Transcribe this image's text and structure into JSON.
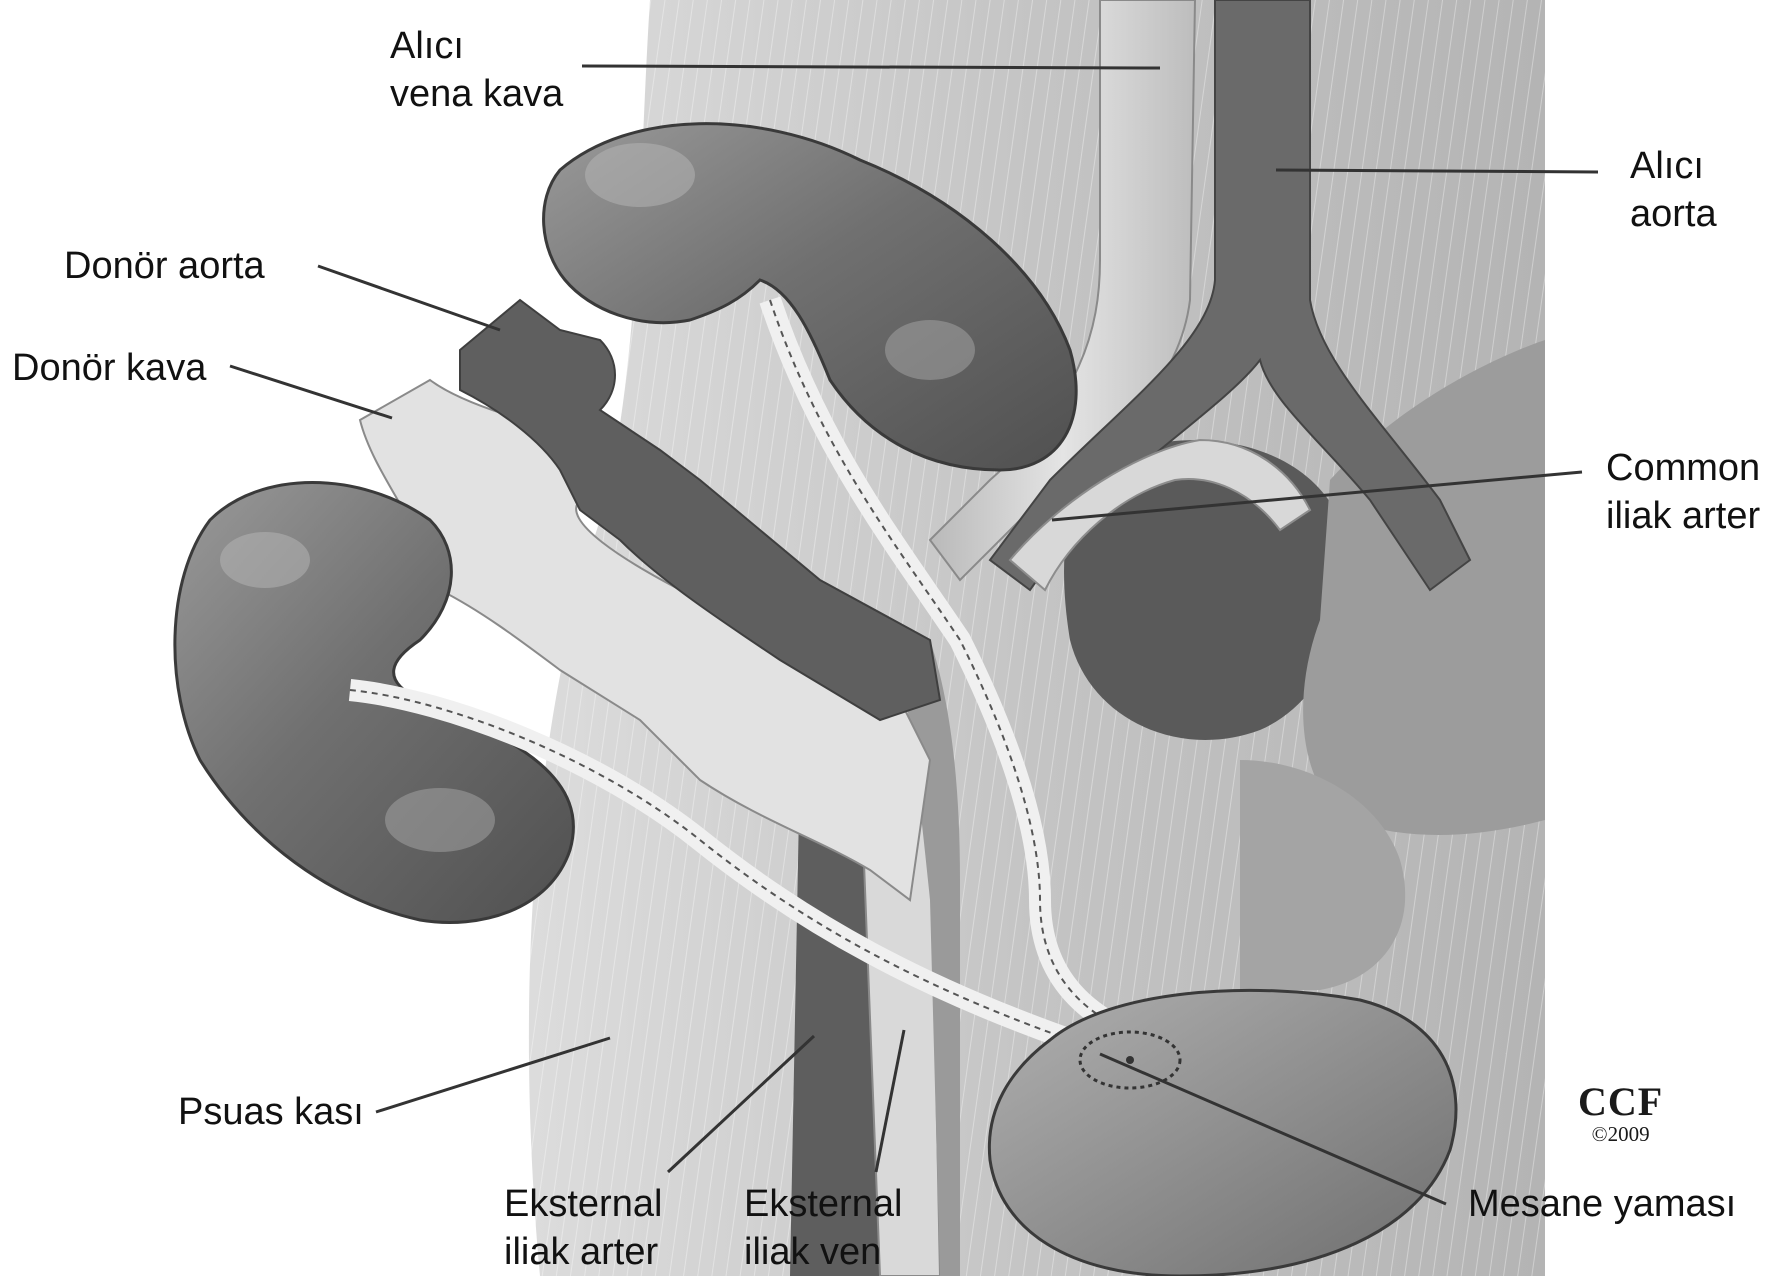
{
  "labels": {
    "alici_vena_kava": {
      "line1": "Alıcı",
      "line2": "vena kava"
    },
    "alici_aorta": {
      "line1": "Alıcı",
      "line2": "aorta"
    },
    "donor_aorta": "Donör aorta",
    "donor_kava": "Donör kava",
    "common_iliak_arter": {
      "line1": "Common",
      "line2": "iliak arter"
    },
    "psuas_kasi": "Psuas kası",
    "eksternal_iliak_arter": {
      "line1": "Eksternal",
      "line2": "iliak arter"
    },
    "eksternal_iliak_ven": {
      "line1": "Eksternal",
      "line2": "iliak ven"
    },
    "mesane_yamasi": "Mesane yaması"
  },
  "credit": {
    "mark": "CCF",
    "year": "©2009"
  },
  "colors": {
    "muscle": "#c9c9c9",
    "muscle_dark": "#a9a9a9",
    "kidney": "#6f6f6f",
    "aorta": "#5c5c5c",
    "vena": "#d6d6d6",
    "ureter": "#eeeeee",
    "bladder": "#8a8a8a",
    "leader": "#333333"
  }
}
